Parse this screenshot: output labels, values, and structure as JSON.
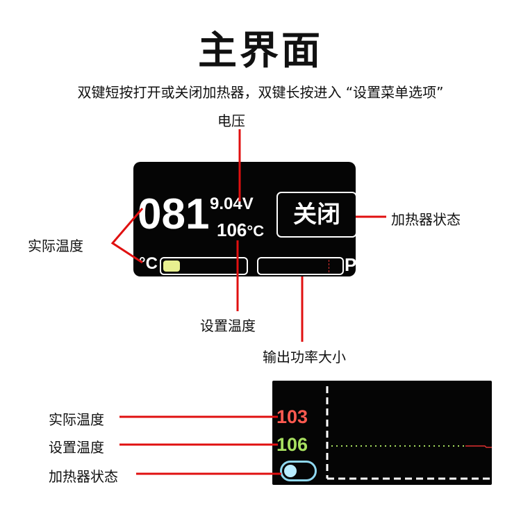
{
  "title": "主界面",
  "subtitle": "双键短按打开或关闭加热器，双键长按进入 “设置菜单选项”",
  "main_screen": {
    "actual_temp": "081",
    "voltage": "9.04V",
    "set_temp": "106",
    "set_temp_unit": "°C",
    "heater_state": "关闭",
    "temp_unit": "°C",
    "power_label": "P",
    "temp_bar_fraction": 0.2
  },
  "annotations": {
    "voltage": "电压",
    "actual_temp": "实际温度",
    "heater_state": "加热器状态",
    "set_temp": "设置温度",
    "output_power": "输出功率大小"
  },
  "graph_screen": {
    "actual_temp": "103",
    "set_temp": "106",
    "heater_on": false,
    "labels": {
      "actual_temp": "实际温度",
      "set_temp": "设置温度",
      "heater_state": "加热器状态"
    }
  },
  "colors": {
    "accent_red": "#e01010",
    "actual": "#ff5a50",
    "set": "#a8e060",
    "toggle": "#8fd8f0"
  }
}
